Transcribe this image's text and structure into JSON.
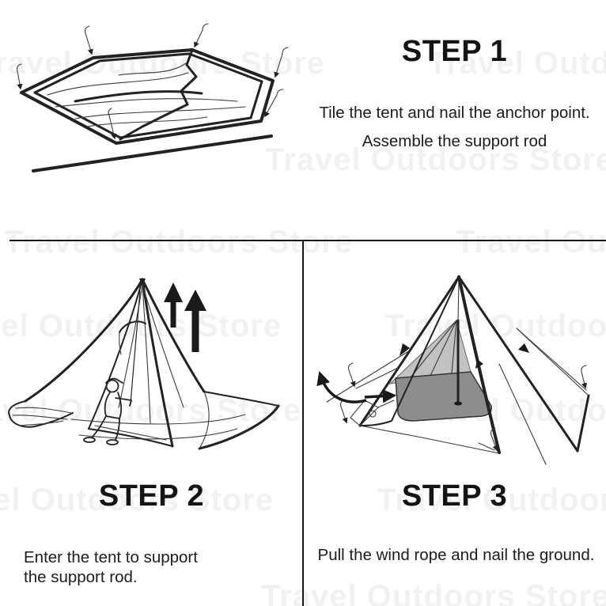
{
  "page": {
    "background": "#ffffff",
    "divider_color": "#161616"
  },
  "watermark": {
    "text": "Travel Outdoors Store",
    "color": "#000000",
    "opacity": 0.05
  },
  "colors": {
    "line_art": "#222222",
    "inner_tent_wall": "#c2c2c2",
    "tent_floor": "#8d8d8d",
    "bold_arrow": "#1a1a1a"
  },
  "steps": [
    {
      "title": "STEP 1",
      "lines": [
        "Tile the tent and nail the anchor point.",
        "Assemble the support rod"
      ],
      "figure": "tent laid flat as hexagon, anchor nails at corners, assembled support rod below",
      "icons": [
        "stake-nail-arrow",
        "support-rod"
      ]
    },
    {
      "title": "STEP 2",
      "lines": [
        "Enter the tent to support",
        "the support rod."
      ],
      "figure": "person crouching inside tent lifting the support rod, two bold up arrows",
      "icons": [
        "up-arrow",
        "up-arrow"
      ]
    },
    {
      "title": "STEP 3",
      "lines": [
        "Pull the wind rope and nail the ground."
      ],
      "figure": "pitched pyramid tent with inner mesh, center pole, wind ropes staked to ground",
      "icons": [
        "curved-pull-arrow",
        "right-pull-arrow",
        "stake-nail-arrow"
      ]
    }
  ]
}
